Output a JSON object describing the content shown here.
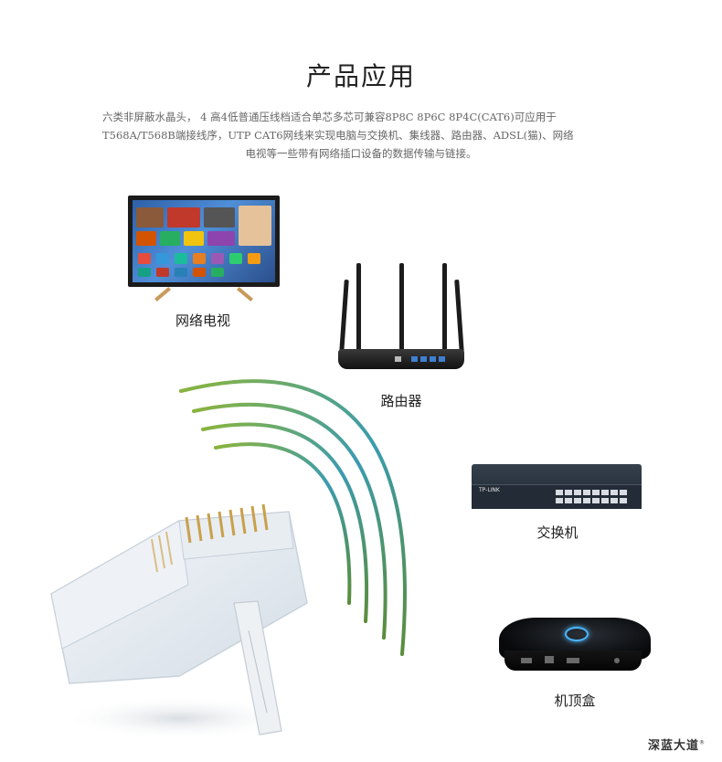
{
  "page": {
    "title": "产品应用",
    "description_lines": [
      "六类非屏蔽水晶头， 4 高4低普通压线档适合单芯多芯可兼容8P8C  8P6C  8P4C(CAT6)可应用于",
      "T568A/T568B端接线序，UTP CAT6网线来实现电脑与交换机、集线器、路由器、ADSL(猫)、网络",
      "电视等一些带有网络插口设备的数据传输与链接。"
    ]
  },
  "devices": {
    "tv": {
      "label": "网络电视",
      "icon": "smart-tv-icon"
    },
    "router": {
      "label": "路由器",
      "icon": "wifi-router-icon"
    },
    "switch": {
      "label": "交换机",
      "icon": "network-switch-icon",
      "brand": "TP-LINK"
    },
    "stb": {
      "label": "机顶盒",
      "icon": "set-top-box-icon"
    }
  },
  "logo": {
    "text": "深蓝大道",
    "mark": "®"
  },
  "colors": {
    "wave_start": "#8bb43c",
    "wave_end": "#2a8fc4",
    "tv_leg": "#c89a5a",
    "router_port": "#3f7fd0",
    "stb_ring": "#4bb7ff"
  }
}
